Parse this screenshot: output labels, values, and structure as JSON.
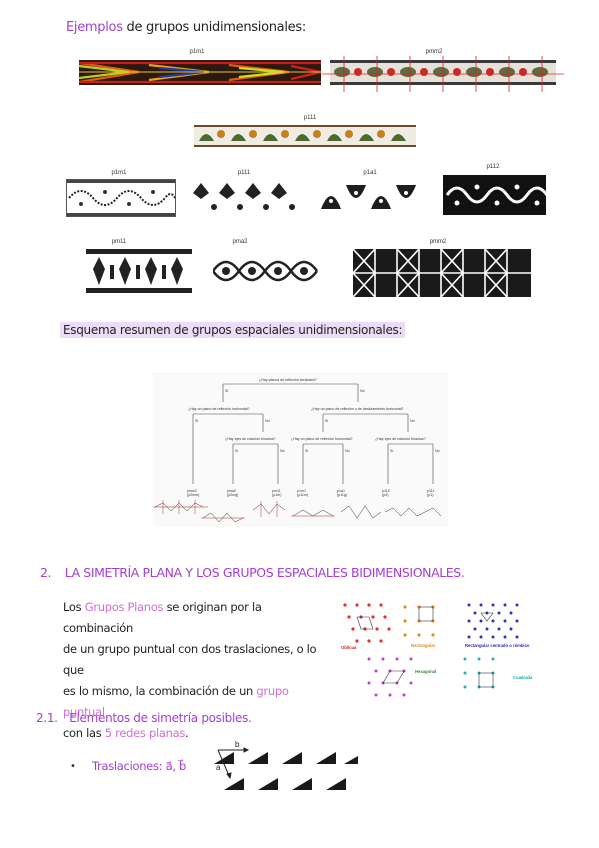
{
  "intro": {
    "highlight": "Ejemplos",
    "rest": " de grupos unidimensionales:"
  },
  "bands": {
    "b1": "p1m1",
    "b2": "pmm2",
    "b3": "p111",
    "b4": "p1m1",
    "b5": "p111",
    "b6": "p1a1",
    "b7": "p112",
    "b8": "pm11",
    "b9": "pma2",
    "b10": "pmm2"
  },
  "scheme_title": "Esquema resumen de grupos  espaciales unidimensionales:",
  "tree": {
    "q1": "¿Hay planos de reflexión verticales?",
    "yes": "Sí",
    "no": "No",
    "q2a": "¿Hay un plano de reflexión horizontal?",
    "q2b": "¿Hay un plano de reflexión o de deslizamiento horizontal?",
    "q3a": "¿Hay ejes de rotación binarios?",
    "q3b": "¿Hay un plano de reflexión horizontal?",
    "q3c": "¿Hay ejes de rotación binarios?",
    "leaves": [
      {
        "code": "pmm2",
        "alt": "(p2mm)"
      },
      {
        "code": "pma2",
        "alt": "(p2mg)"
      },
      {
        "code": "pm11",
        "alt": "(p1m)"
      },
      {
        "code": "p1m1",
        "alt": "(p11m)"
      },
      {
        "code": "p1a1",
        "alt": "(p11g)"
      },
      {
        "code": "p112",
        "alt": "(p2)"
      },
      {
        "code": "p111",
        "alt": "(p1)"
      }
    ]
  },
  "section2": {
    "number": "2.",
    "title": "LA SIMETRÍA PLANA Y LOS GRUPOS ESPACIALES BIDIMENSIONALES."
  },
  "para": {
    "l1a": "Los ",
    "l1b": "Grupos Planos",
    "l1c": " se originan por la combinación",
    "l2": "de un grupo puntual con dos traslaciones, o lo que",
    "l3a": "es lo mismo, la combinación de un ",
    "l3b": "grupo puntual",
    "l4a": "con las ",
    "l4b": "5 redes planas",
    "l4c": "."
  },
  "lattices": {
    "oblicua": "Oblicua",
    "rectangular": "Rectangular",
    "centrado": "Rectangular centrado o rómbico",
    "hexagonal": "Hexagonal",
    "cuadrada": "Cuadrada"
  },
  "section21": {
    "number": "2.1.",
    "title": "Elementos de simetría posibles."
  },
  "bullet": {
    "mark": "•",
    "text": "Traslaciones: a⃗, b⃗"
  },
  "trans": {
    "a": "a",
    "b": "b"
  },
  "colors": {
    "purple": "#a23fd0",
    "highlight": "#eddcf7",
    "red_label": "#cc2222",
    "orange_label": "#e08a1e",
    "green_label": "#3a8a3a",
    "blue_label": "#2a2ab0",
    "teal_label": "#17a8a8"
  }
}
